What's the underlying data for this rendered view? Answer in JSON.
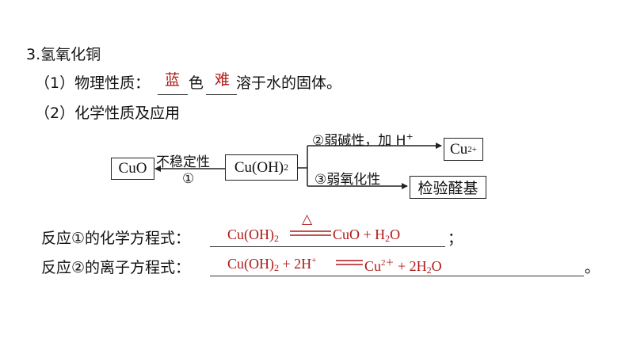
{
  "section_title": "3.氢氧化铜",
  "physical": {
    "label": "（1）物理性质：",
    "color_answer": "蓝",
    "color_suffix": "色",
    "solubility_answer": "难",
    "solubility_suffix": "溶于水的固体。"
  },
  "chemical": {
    "label": "（2）化学性质及应用"
  },
  "diagram": {
    "left_box": "CuO",
    "arrow1_top": "不稳定性",
    "arrow1_bottom": "①",
    "center_box_main": "Cu(OH)",
    "center_box_sub": "2",
    "branch_top_label": "②弱碱性，加 H",
    "branch_top_sup": "+",
    "top_box_main": "Cu",
    "top_box_sup": "2+",
    "branch_bottom_label": "③弱氧化性",
    "bottom_box": "检验醛基"
  },
  "reaction1": {
    "label": "反应①的化学方程式：",
    "reactant": "Cu(OH)",
    "reactant_sub": "2",
    "condition": "△",
    "product_a": "CuO + H",
    "product_a_sub": "2",
    "product_b": "O",
    "end_punct": "；"
  },
  "reaction2": {
    "label": "反应②的离子方程式：",
    "reactant": "Cu(OH)",
    "reactant_sub": "2",
    "plus_h": " + 2H",
    "plus_h_sup": "+",
    "product_cu": "Cu",
    "product_cu_sup": "2＋",
    "product_water": " + 2H",
    "product_water_sub": "2",
    "product_water_o": "O",
    "end_punct": "。"
  }
}
